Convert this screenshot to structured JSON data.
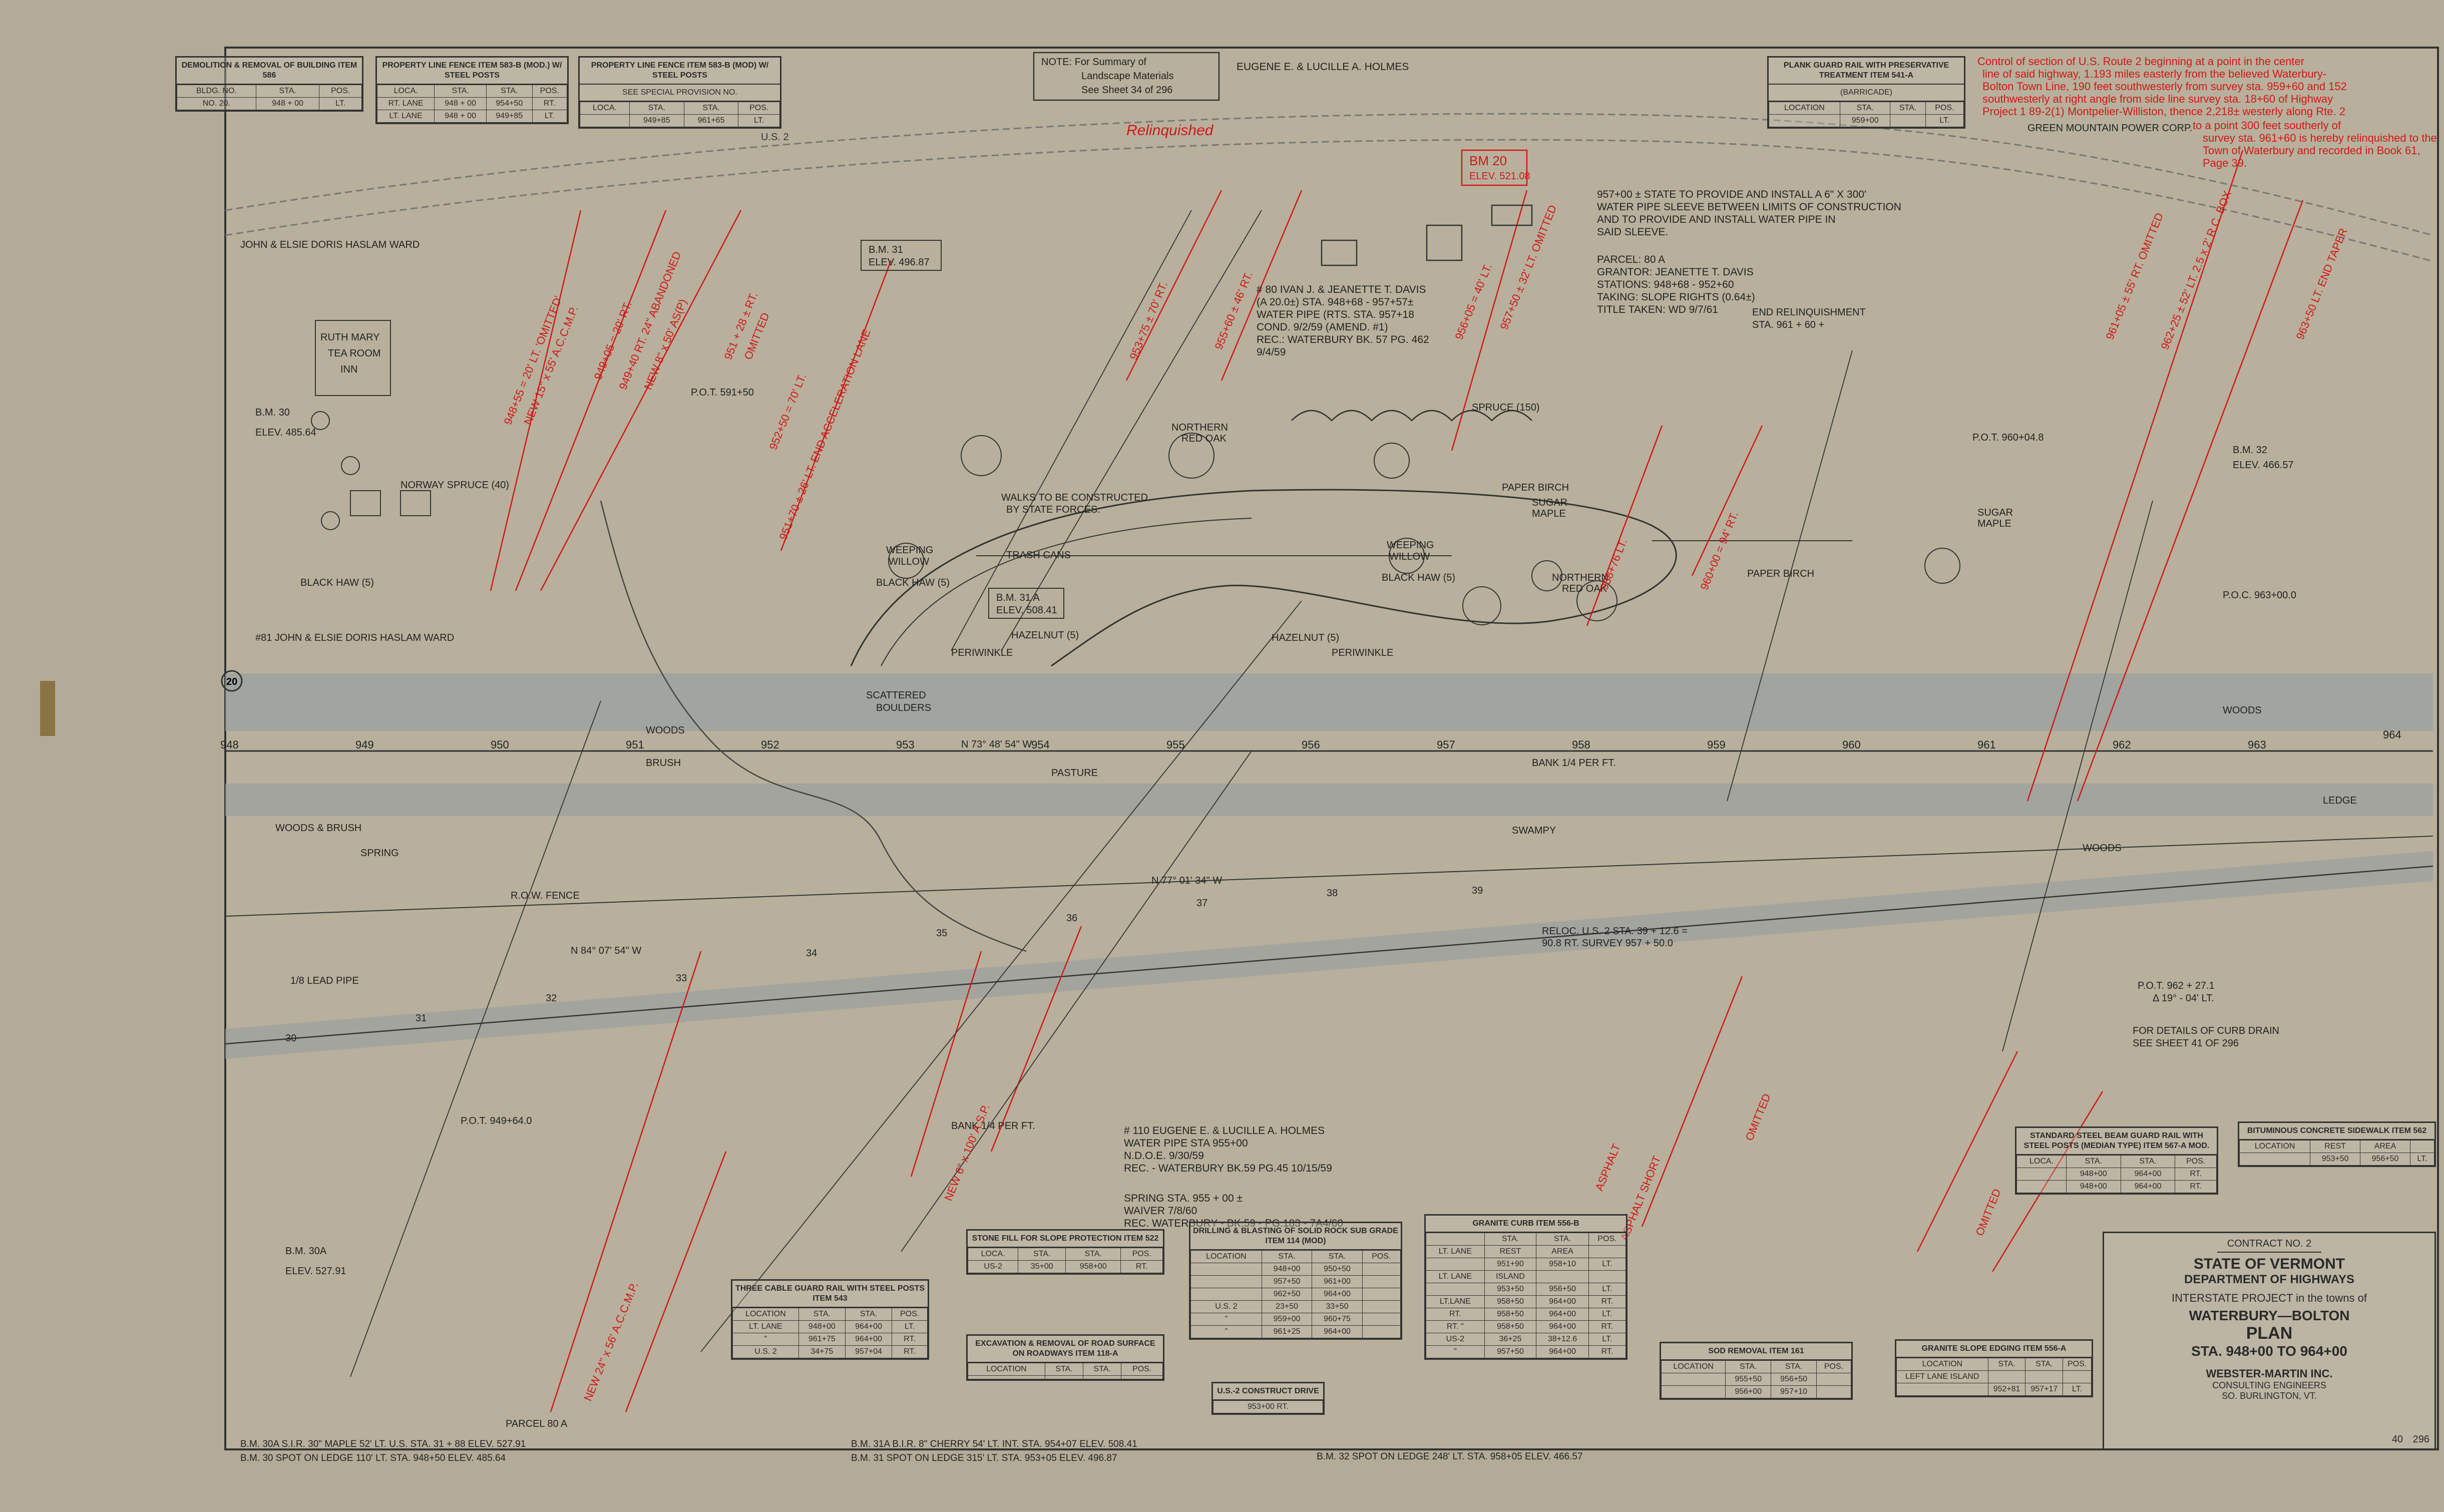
{
  "sheet": {
    "state": "STATE OF VERMONT",
    "department": "DEPARTMENT OF HIGHWAYS",
    "project_line": "INTERSTATE PROJECT in the towns of",
    "towns": "WATERBURY—BOLTON",
    "plan": "PLAN",
    "stations": "STA. 948+00 TO 964+00",
    "contract": "CONTRACT NO. 2",
    "engineer": "WEBSTER-MARTIN INC.",
    "engineer_sub": "CONSULTING ENGINEERS",
    "engineer_city": "SO. BURLINGTON, VT.",
    "sheet_no": "40",
    "sheet_total": "296"
  },
  "tables": {
    "demolition": {
      "title": "DEMOLITION & REMOVAL OF BUILDING ITEM 586",
      "headers": [
        "BLDG. NO.",
        "STA.",
        "POS."
      ],
      "rows": [
        [
          "NO. 20.",
          "948 + 00",
          "LT."
        ]
      ]
    },
    "fence_b": {
      "title": "PROPERTY LINE FENCE ITEM 583-B (MOD.) W/ STEEL POSTS",
      "headers": [
        "LOCA.",
        "STA.",
        "STA.",
        "POS."
      ],
      "rows": [
        [
          "RT. LANE",
          "948 + 00",
          "954+50",
          "RT."
        ],
        [
          "LT. LANE",
          "948 + 00",
          "949+85",
          "LT."
        ]
      ]
    },
    "fence_mod": {
      "title": "PROPERTY LINE FENCE ITEM 583-B (MOD) W/ STEEL POSTS",
      "subtitle": "SEE SPECIAL PROVISION NO.",
      "headers": [
        "LOCA.",
        "STA.",
        "STA.",
        "POS."
      ],
      "rows": [
        [
          "",
          "949+85",
          "961+65",
          "LT."
        ]
      ]
    },
    "plank_guard": {
      "title": "PLANK GUARD RAIL WITH PRESERVATIVE TREATMENT ITEM 541-A",
      "subtitle": "(BARRICADE)",
      "headers": [
        "LOCATION",
        "STA.",
        "STA.",
        "POS."
      ],
      "rows": [
        [
          "",
          "959+00",
          "",
          "LT."
        ]
      ]
    },
    "stone_fill": {
      "title": "STONE FILL FOR SLOPE PROTECTION ITEM 522",
      "headers": [
        "LOCA.",
        "STA.",
        "STA.",
        "POS."
      ],
      "rows": [
        [
          "US-2",
          "35+00",
          "958+00",
          "RT."
        ]
      ]
    },
    "three_cable": {
      "title": "THREE CABLE GUARD RAIL WITH STEEL POSTS ITEM 543",
      "headers": [
        "LOCATION",
        "STA.",
        "STA.",
        "POS."
      ],
      "rows": [
        [
          "LT. LANE",
          "948+00",
          "964+00",
          "LT."
        ],
        [
          "\"",
          "961+75",
          "964+00",
          "RT."
        ],
        [
          "U.S. 2",
          "34+75",
          "957+04",
          "RT."
        ]
      ]
    },
    "excavation": {
      "title": "EXCAVATION & REMOVAL OF ROAD SURFACE ON ROADWAYS ITEM 118-A",
      "headers": [
        "LOCATION",
        "STA.",
        "STA.",
        "POS."
      ],
      "rows": [
        [
          "",
          "",
          "",
          ""
        ]
      ]
    },
    "drilling": {
      "title": "DRILLING & BLASTING OF SOLID ROCK SUB GRADE ITEM 114 (MOD)",
      "headers": [
        "LOCATION",
        "STA.",
        "STA.",
        "POS."
      ],
      "rows": [
        [
          "",
          "948+00",
          "950+50",
          ""
        ],
        [
          "",
          "957+50",
          "961+00",
          ""
        ],
        [
          "",
          "962+50",
          "964+00",
          ""
        ],
        [
          "U.S. 2",
          "23+50",
          "33+50",
          ""
        ],
        [
          "\"",
          "959+00",
          "960+75",
          ""
        ],
        [
          "\"",
          "961+25",
          "964+00",
          ""
        ]
      ]
    },
    "granite_curb": {
      "title": "GRANITE CURB ITEM 556-B",
      "headers": [
        "",
        "STA.",
        "STA.",
        "POS."
      ],
      "rows": [
        [
          "LT. LANE",
          "REST",
          "AREA",
          ""
        ],
        [
          "",
          "951+90",
          "958+10",
          "LT."
        ],
        [
          "LT. LANE",
          "ISLAND",
          "",
          ""
        ],
        [
          "",
          "953+50",
          "956+50",
          "LT."
        ],
        [
          "LT.LANE",
          "958+50",
          "964+00",
          "RT."
        ],
        [
          "RT.",
          "958+50",
          "964+00",
          "LT."
        ],
        [
          "RT. \"",
          "958+50",
          "964+00",
          "RT."
        ],
        [
          "US-2",
          "36+25",
          "38+12.6",
          "LT."
        ],
        [
          "\"",
          "957+50",
          "964+00",
          "RT."
        ]
      ]
    },
    "construct_drive": {
      "title": "U.S.-2 CONSTRUCT DRIVE",
      "rows": [
        [
          "953+00 RT."
        ]
      ]
    },
    "sod_removal": {
      "title": "SOD REMOVAL ITEM 161",
      "headers": [
        "LOCATION",
        "STA.",
        "STA.",
        "POS."
      ],
      "rows": [
        [
          "",
          "955+50",
          "956+50",
          ""
        ],
        [
          "",
          "956+00",
          "957+10",
          ""
        ]
      ]
    },
    "granite_edging": {
      "title": "GRANITE SLOPE EDGING ITEM 556-A",
      "headers": [
        "LOCATION",
        "STA.",
        "STA.",
        "POS."
      ],
      "rows": [
        [
          "LEFT LANE ISLAND",
          "",
          "",
          ""
        ],
        [
          "",
          "952+81",
          "957+17",
          "LT."
        ]
      ]
    },
    "steel_beam": {
      "title": "STANDARD STEEL BEAM GUARD RAIL WITH STEEL POSTS (MEDIAN TYPE) ITEM 567-A MOD.",
      "headers": [
        "LOCA.",
        "STA.",
        "STA.",
        "POS."
      ],
      "rows": [
        [
          "",
          "948+00",
          "964+00",
          "RT."
        ],
        [
          "",
          "948+00",
          "964+00",
          "RT."
        ]
      ]
    },
    "bituminous": {
      "title": "BITUMINOUS CONCRETE SIDEWALK ITEM 562",
      "headers": [
        "LOCATION",
        "REST",
        "AREA",
        ""
      ],
      "rows": [
        [
          "",
          "953+50",
          "956+50",
          "LT."
        ]
      ]
    }
  },
  "notes": {
    "summary": [
      "NOTE: For Summary of",
      "Landscape Materials",
      "See Sheet 34 of 296"
    ],
    "owner_top": "EUGENE E. & LUCILLE A. HOLMES",
    "relinquished": "Relinquished",
    "us2": "U.S. 2",
    "control": [
      "Control of section of U.S. Route 2 beginning at a point in the center",
      "line of said highway, 1.193 miles easterly from the believed Waterbury-",
      "Bolton Town Line, 190 feet southwesterly from survey sta. 959+60 and 152",
      "southwesterly at right angle from side line survey sta. 18+60 of Highway",
      "Project 1 89-2(1) Montpelier-Williston, thence 2,218± westerly along Rte. 2",
      "to a point 300 feet southerly of",
      "survey sta. 961+60 is hereby relinquished to the",
      "Town of Waterbury and recorded in Book 61,",
      "Page 39."
    ],
    "water_pipe": [
      "957+00 ± STATE TO PROVIDE AND INSTALL A 6\" X 300'",
      "WATER PIPE SLEEVE BETWEEN LIMITS OF CONSTRUCTION",
      "AND TO PROVIDE AND INSTALL WATER PIPE IN",
      "SAID SLEEVE."
    ],
    "parcel_80a": [
      "PARCEL: 80 A",
      "GRANTOR: JEANETTE T. DAVIS",
      "STATIONS: 948+68 - 952+60",
      "TAKING: SLOPE RIGHTS (0.64±)",
      "TITLE TAKEN: WD 9/7/61"
    ],
    "davis": [
      "# 80 IVAN J. & JEANETTE T. DAVIS",
      "(A 20.0±) STA. 948+68 - 957+57±",
      "WATER PIPE (RTS. STA. 957+18",
      "COND. 9/2/59 (AMEND. #1)",
      "REC.: WATERBURY BK. 57 PG. 462",
      "9/4/59"
    ],
    "holmes": [
      "# 110 EUGENE E. & LUCILLE A. HOLMES",
      "WATER PIPE STA 955+00",
      "N.D.O.E. 9/30/59",
      "REC. - WATERBURY BK.59 PG.45 10/15/59",
      "",
      "SPRING STA. 955 + 00 ±",
      "WAIVER 7/8/60",
      "REC. WATERBURY - BK.59 - PG.183 - 7A4/60"
    ],
    "end_relinquishment": [
      "END RELINQUISHMENT",
      "STA. 961 + 60 +"
    ],
    "green_mountain": "GREEN MOUNTAIN POWER CORP.",
    "walks": [
      "WALKS TO BE CONSTRUCTED",
      "BY STATE FORCES."
    ],
    "curb_drain": [
      "FOR DETAILS OF CURB DRAIN",
      "SEE SHEET 41 OF 296"
    ],
    "haslam_top": "JOHN & ELSIE DORIS HASLAM WARD",
    "haslam_mid": "#81 JOHN & ELSIE DORIS HASLAM WARD",
    "tea_room": [
      "RUTH MARY",
      "TEA ROOM",
      "INN"
    ],
    "pot_591": "P.O.T. 591+50",
    "pot_960": "P.O.T. 960+04.8",
    "poc_963": "P.O.C. 963+00.0",
    "pot_962": [
      "P.O.T. 962 + 27.1",
      "Δ 19° - 04' LT."
    ],
    "pot_949": "P.O.T. 949+64.0",
    "bearing_1": "N 73° 48' 54\" W",
    "bearing_2": "N 77° 01' 34\" W",
    "bearing_3": "N 84° 07' 54\" W",
    "reloc": [
      "RELOC. U.S. 2 STA. 39 + 12.6 =",
      "90.8 RT. SURVEY 957 + 50.0"
    ],
    "row_fence": "R.O.W. FENCE",
    "parcel_bottom": "PARCEL 80 A",
    "scattered": [
      "SCATTERED",
      "BOULDERS"
    ],
    "pasture": "PASTURE",
    "ledge": "LEDGE",
    "swampy": "SWAMPY",
    "trash_cans": "TRASH CANS",
    "periwinkle": "PERIWINKLE",
    "hazelnut": "HAZELNUT (5)",
    "weeping_willow": [
      "WEEPING",
      "WILLOW"
    ],
    "norway_spruce": "NORWAY SPRUCE (40)",
    "black_haw": "BLACK HAW (5)",
    "spring": "SPRING",
    "brush": "BRUSH",
    "woods": "WOODS",
    "woods_brush": "WOODS & BRUSH",
    "lead_pipe": "1/8 LEAD PIPE",
    "bank": "BANK 1/4 PER FT.",
    "northern_red_oak": [
      "NORTHERN",
      "RED OAK"
    ],
    "sugar_maple": [
      "SUGAR",
      "MAPLE"
    ],
    "paper_birch": "PAPER BIRCH",
    "spruce_150": "SPRUCE (150)",
    "bm20": [
      "BM 20",
      "ELEV. 521.08"
    ],
    "bm31": [
      "B.M. 31",
      "ELEV. 496.87"
    ],
    "bm30": [
      "B.M. 30",
      "ELEV. 485.64"
    ],
    "bm31a": [
      "B.M. 31 A",
      "ELEV. 508.41"
    ],
    "bm30a": [
      "B.M. 30A",
      "ELEV. 527.91"
    ],
    "bm32": [
      "B.M. 32",
      "ELEV. 466.57"
    ],
    "bm_lines": [
      "B.M. 30A S.I.R. 30\" MAPLE 52' LT. U.S. STA. 31 + 88 ELEV. 527.91",
      "B.M. 31A B.I.R. 8\" CHERRY 54' LT. INT. STA. 954+07 ELEV. 508.41",
      "B.M. 30 SPOT ON LEDGE 110' LT. STA. 948+50 ELEV. 485.64",
      "B.M. 31 SPOT ON LEDGE 315' LT. STA. 953+05 ELEV. 496.87",
      "B.M. 32 SPOT ON LEDGE 248' LT. STA. 958+05 ELEV. 466.57"
    ],
    "station_labels": [
      "948",
      "949",
      "950",
      "951",
      "952",
      "953",
      "954",
      "955",
      "956",
      "957",
      "958",
      "959",
      "960",
      "961",
      "962",
      "963",
      "964"
    ],
    "us2_labels": [
      "30",
      "31",
      "32",
      "33",
      "34",
      "35",
      "36",
      "37",
      "38",
      "39"
    ],
    "red_notes": [
      "948+55 = 20' LT. 'OMITTED'",
      "NEW 15\" x 55' A.C.C.M.P.",
      "949+05 = 20' RT.",
      "949+40 RT. 24\" ABANDONED",
      "NEW 8\" x 50' AS(P)",
      "951 + 28 ± RT.",
      "OMITTED",
      "951+70 ± 26' LT. END ACCELERATION LANE",
      "952+50 = 70' LT.",
      "953+75 ± 70' RT.",
      "955+60 ± 46' RT.",
      "956+05 = 40' LT.",
      "957+50 ± 32' LT. OMITTED",
      "958+76 LT.",
      "960+00 = 94' RT.",
      "961+05 ± 55' RT. OMITTED",
      "962+25 ± 52' LT. 2.5 x 2' R.C. BOX",
      "963+50 LT. END TAPER",
      "OMITTED",
      "ASPHALT",
      "ASPHALT SHORT",
      "NEW 24\" x 56' A.C.C.M.P.",
      "NEW 6\" x 100' A.S.P.",
      "OMITTED"
    ]
  }
}
